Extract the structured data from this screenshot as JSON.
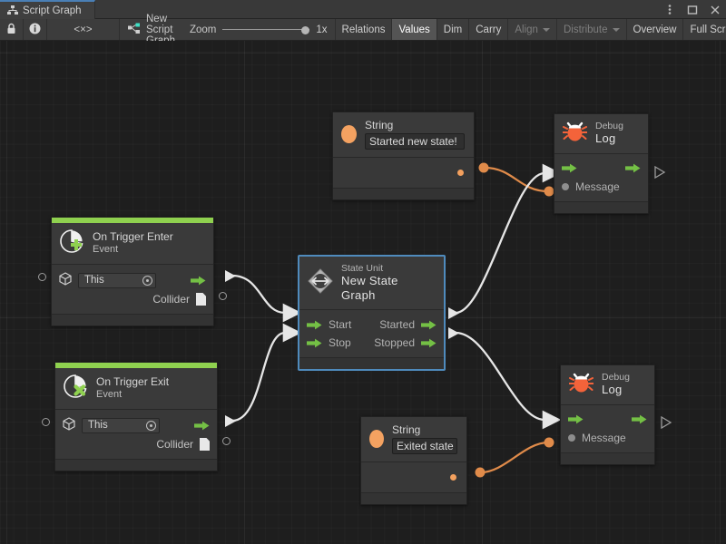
{
  "window": {
    "tab_title": "Script Graph",
    "tab_icon": "script-graph-icon",
    "controls": {
      "menu": "⋮",
      "maximize": "❐",
      "close": "✕"
    }
  },
  "toolbar": {
    "lock_icon": "lock-icon",
    "info_icon": "info-icon",
    "code_icon": "<×>",
    "graph_name": "New Script Graph",
    "graph_icon": "graph-node-icon",
    "zoom_label": "Zoom",
    "zoom_value": "1x",
    "zoom_percent": 100,
    "buttons": [
      {
        "label": "Relations",
        "state": "normal"
      },
      {
        "label": "Values",
        "state": "active"
      },
      {
        "label": "Dim",
        "state": "normal"
      },
      {
        "label": "Carry",
        "state": "normal"
      },
      {
        "label": "Align",
        "state": "dim",
        "dropdown": true
      },
      {
        "label": "Distribute",
        "state": "dim",
        "dropdown": true
      },
      {
        "label": "Overview",
        "state": "normal"
      },
      {
        "label": "Full Scr",
        "state": "normal"
      }
    ]
  },
  "colors": {
    "accent_green": "#8fd14f",
    "port_green": "#74c045",
    "value_orange": "#f4a261",
    "wire_white": "#e6e6e6",
    "wire_orange": "#e08b4a",
    "selection_blue": "#4f8bbd",
    "canvas_bg": "#1e1e1e",
    "node_bg": "#3a3a3a"
  },
  "nodes": {
    "string_top": {
      "title": "String",
      "value": "Started new state!",
      "icon": "string-value-icon"
    },
    "string_bottom": {
      "title": "String",
      "value": "Exited state",
      "icon": "string-value-icon"
    },
    "debug_log_top": {
      "category": "Debug",
      "title": "Log",
      "icon": "debug-bug-icon",
      "input_port": "enter",
      "output_port": "exit",
      "message_label": "Message"
    },
    "debug_log_bottom": {
      "category": "Debug",
      "title": "Log",
      "icon": "debug-bug-icon",
      "input_port": "enter",
      "output_port": "exit",
      "message_label": "Message"
    },
    "on_trigger_enter": {
      "title": "On Trigger Enter",
      "subtitle": "Event",
      "icon": "event-enter-icon",
      "target_value": "This",
      "target_icon": "gameobject-icon",
      "output_label": "Collider",
      "output_icon": "collider-doc-icon"
    },
    "on_trigger_exit": {
      "title": "On Trigger Exit",
      "subtitle": "Event",
      "icon": "event-exit-icon",
      "target_value": "This",
      "target_icon": "gameobject-icon",
      "output_label": "Collider",
      "output_icon": "collider-doc-icon"
    },
    "state_unit": {
      "category": "State Unit",
      "title": "New  State  Graph",
      "icon": "state-unit-icon",
      "selected": true,
      "inputs": [
        "Start",
        "Stop"
      ],
      "outputs": [
        "Started",
        "Stopped"
      ]
    }
  },
  "connections": [
    {
      "from": "on_trigger_enter.trigger",
      "to": "state_unit.start",
      "type": "control"
    },
    {
      "from": "on_trigger_exit.trigger",
      "to": "state_unit.stop",
      "type": "control"
    },
    {
      "from": "state_unit.started",
      "to": "debug_log_top.enter",
      "type": "control"
    },
    {
      "from": "state_unit.stopped",
      "to": "debug_log_bottom.enter",
      "type": "control"
    },
    {
      "from": "string_top.value",
      "to": "debug_log_top.message",
      "type": "value"
    },
    {
      "from": "string_bottom.value",
      "to": "debug_log_bottom.message",
      "type": "value"
    }
  ]
}
